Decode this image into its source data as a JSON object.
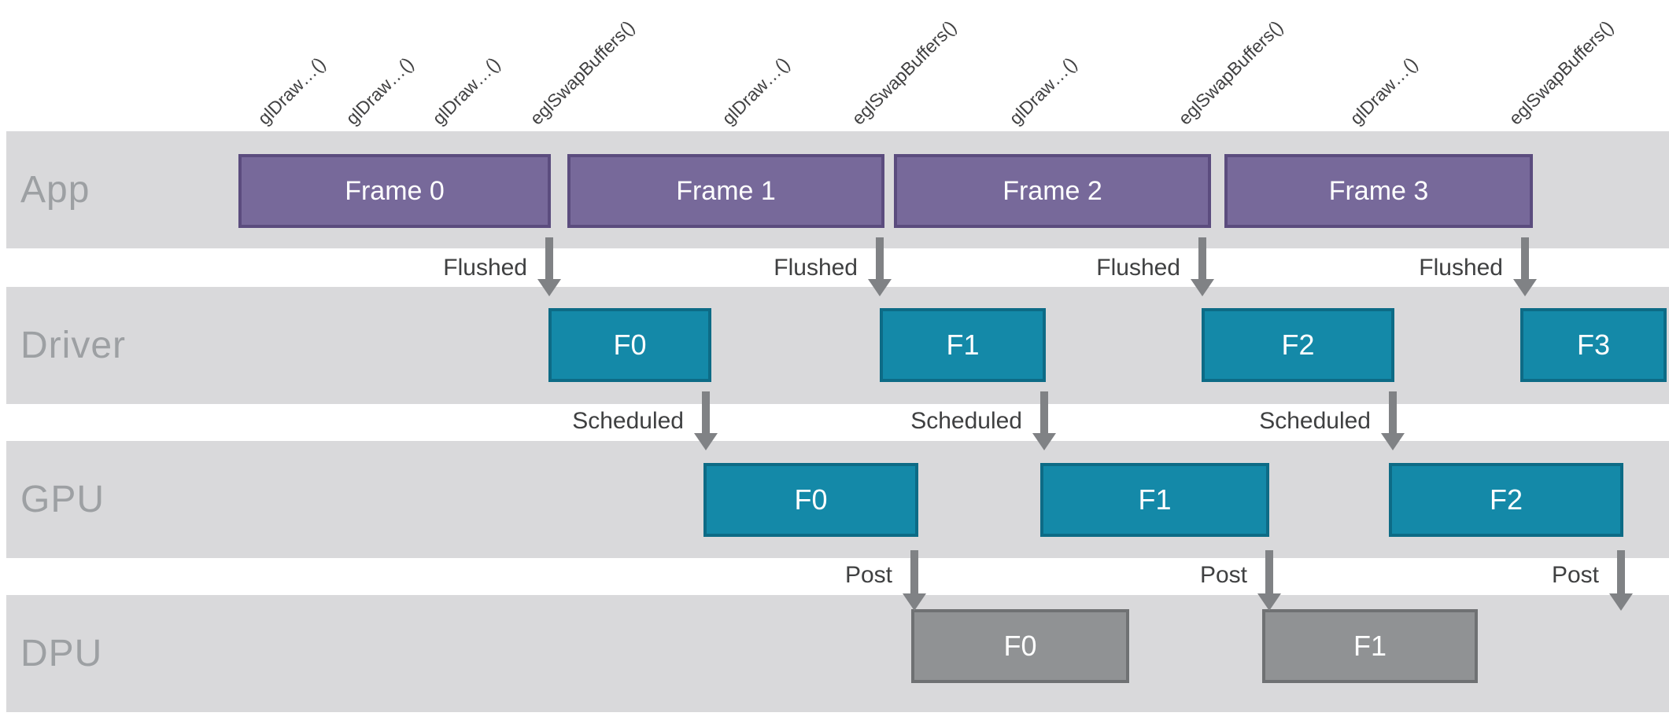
{
  "rows": [
    {
      "label": "App"
    },
    {
      "label": "Driver"
    },
    {
      "label": "GPU"
    },
    {
      "label": "DPU"
    }
  ],
  "api_calls": [
    {
      "label": "glDraw…()"
    },
    {
      "label": "glDraw…()"
    },
    {
      "label": "glDraw…()"
    },
    {
      "label": "eglSwapBuffers()"
    },
    {
      "label": "glDraw…()"
    },
    {
      "label": "eglSwapBuffers()"
    },
    {
      "label": "glDraw…()"
    },
    {
      "label": "eglSwapBuffers()"
    },
    {
      "label": "glDraw…()"
    },
    {
      "label": "eglSwapBuffers()"
    }
  ],
  "app_frames": [
    {
      "label": "Frame 0"
    },
    {
      "label": "Frame 1"
    },
    {
      "label": "Frame 2"
    },
    {
      "label": "Frame 3"
    }
  ],
  "driver_frames": [
    {
      "label": "F0"
    },
    {
      "label": "F1"
    },
    {
      "label": "F2"
    },
    {
      "label": "F3"
    }
  ],
  "gpu_frames": [
    {
      "label": "F0"
    },
    {
      "label": "F1"
    },
    {
      "label": "F2"
    }
  ],
  "dpu_frames": [
    {
      "label": "F0"
    },
    {
      "label": "F1"
    }
  ],
  "transitions": {
    "flushed": "Flushed",
    "scheduled": "Scheduled",
    "post": "Post"
  },
  "colors": {
    "app_frame": "#77699A",
    "app_frame_border": "#5B4C7E",
    "driver_gpu_frame": "#1489A8",
    "driver_gpu_frame_border": "#0D6B86",
    "dpu_frame": "#909294",
    "dpu_frame_border": "#6F7173",
    "band_background": "#D9D9DB",
    "arrow": "#808285",
    "row_label_text": "#9DA0A3",
    "api_call_text": "#414142",
    "transition_label_text": "#3F4041",
    "frame_label_text": "#FFFFFF"
  }
}
